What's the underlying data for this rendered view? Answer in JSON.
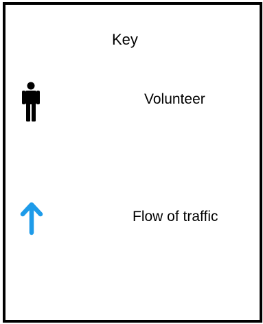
{
  "key": {
    "title": "Key",
    "items": [
      {
        "label": "Volunteer",
        "icon": "person-icon",
        "color": "#000000"
      },
      {
        "label": "Flow of traffic",
        "icon": "arrow-up-icon",
        "color": "#1E9BE9"
      }
    ]
  }
}
